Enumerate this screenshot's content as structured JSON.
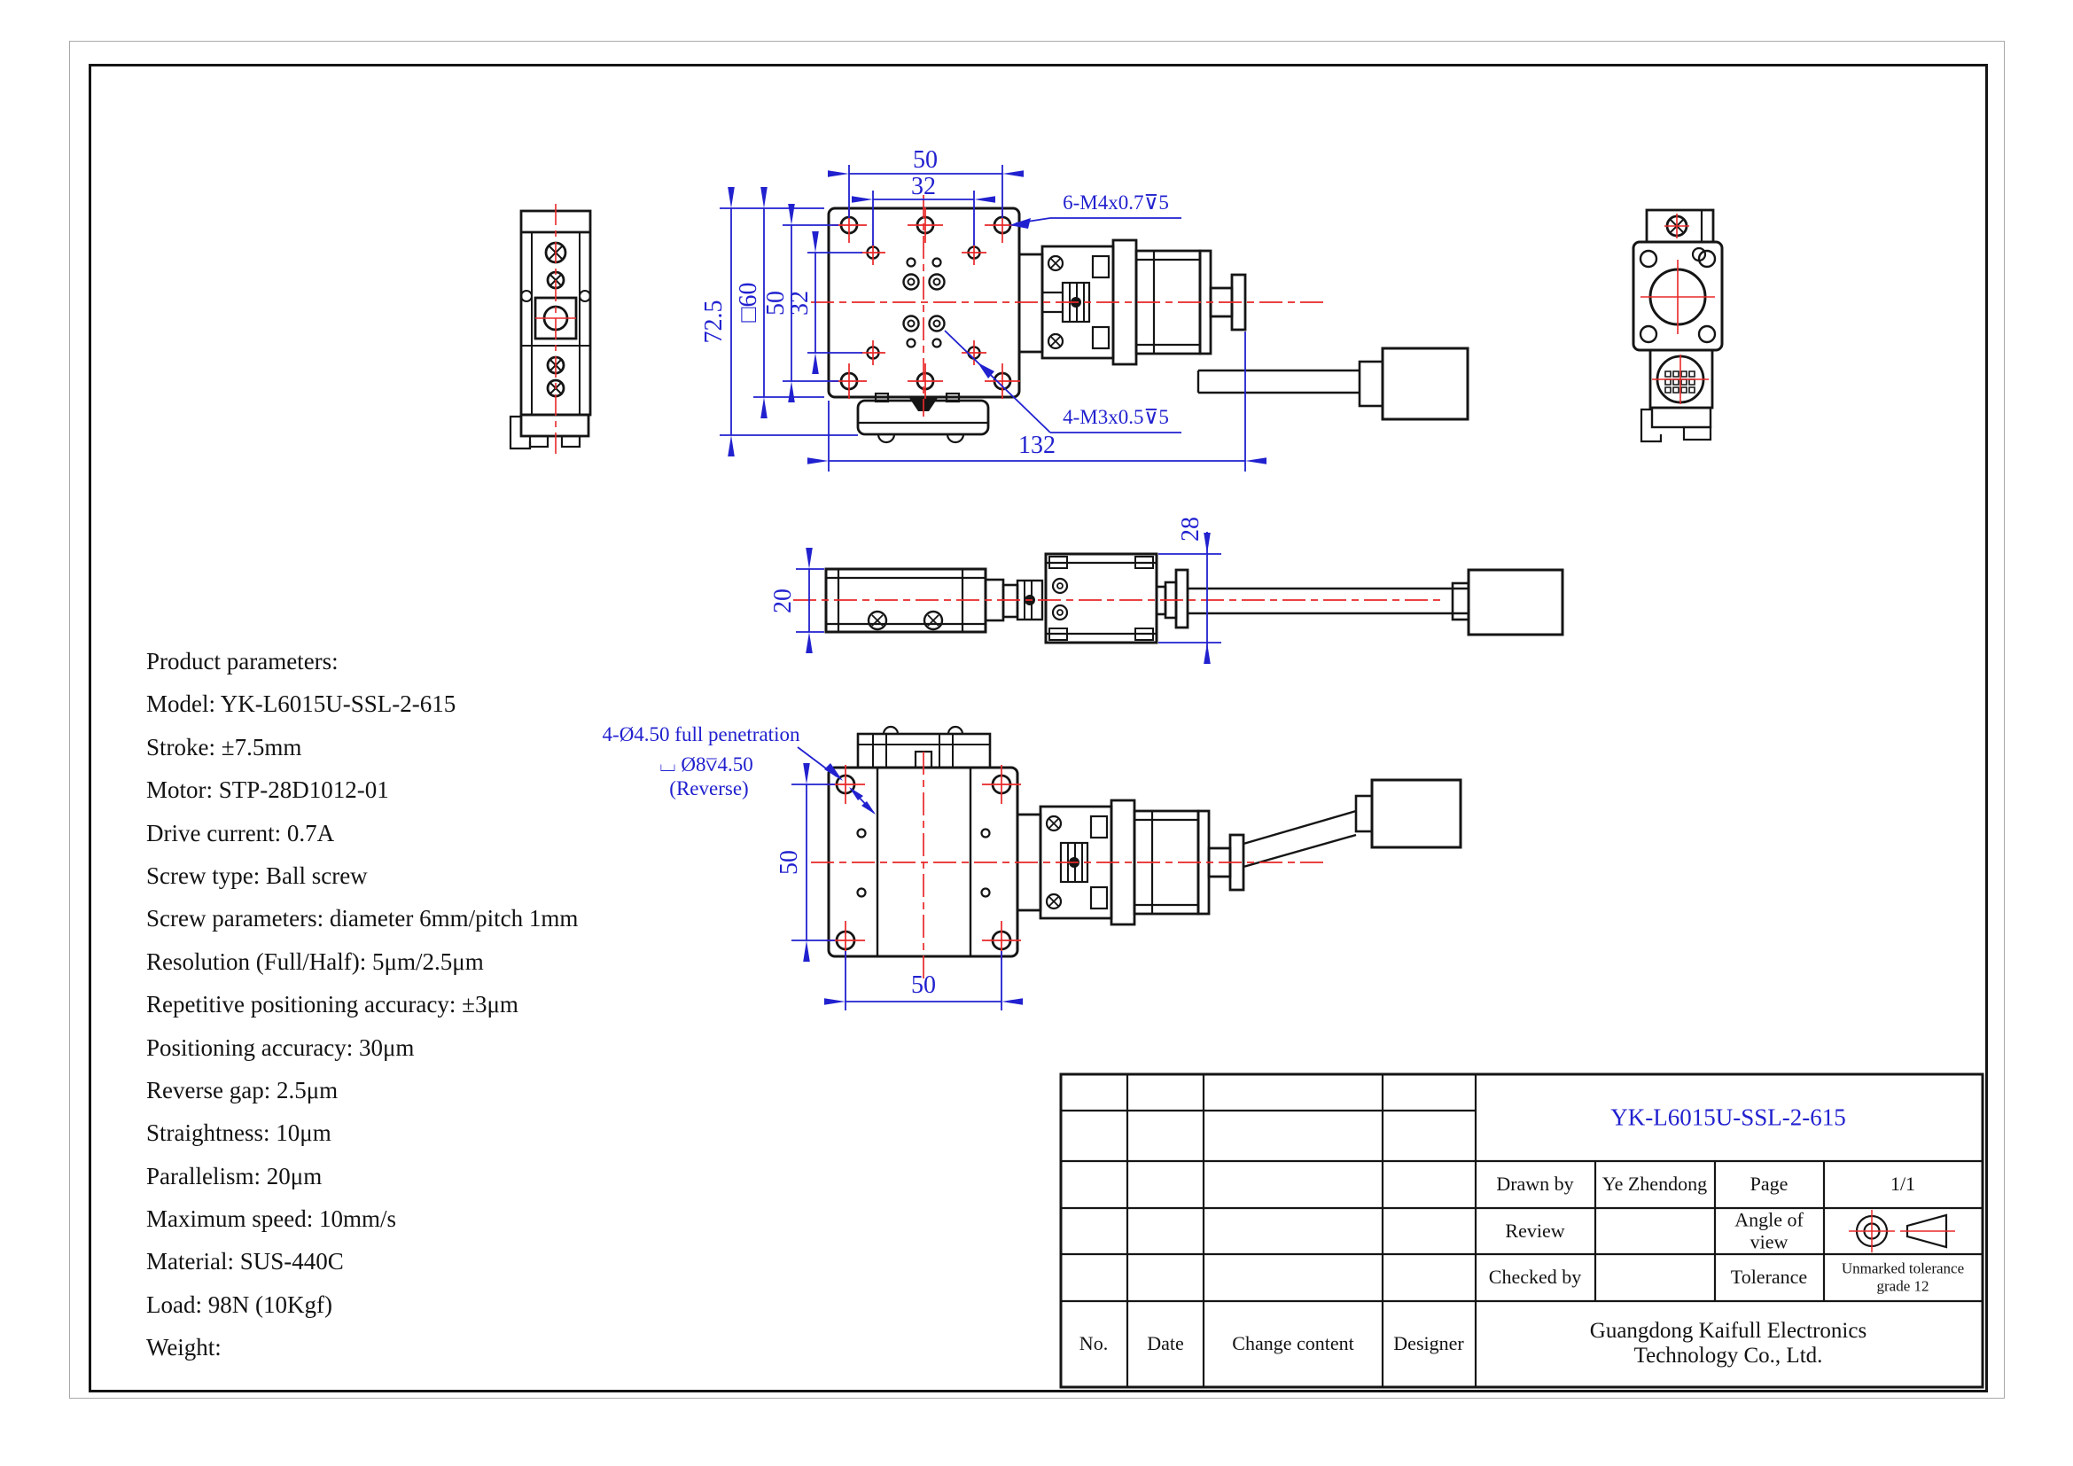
{
  "drawing": {
    "dimensions": {
      "top_width": "50",
      "top_inner": "32",
      "overall_height": "72.5",
      "plate_square": "□60",
      "vert_holes": "50",
      "vert_inner": "32",
      "overall_length": "132",
      "stage_height": "20",
      "motor_height": "28",
      "base_holes_v": "50",
      "base_holes_h": "50"
    },
    "callouts": {
      "m4": "6-M4x0.7⊽5",
      "m3": "4-M3x0.5⊽5",
      "through": "4-Ø4.50 full penetration",
      "counterbore": "⌴ Ø8⊽4.50",
      "reverse": "(Reverse)"
    },
    "parameters": {
      "lines": [
        "Product parameters:",
        "Model: YK-L6015U-SSL-2-615",
        "Stroke: ±7.5mm",
        "Motor: STP-28D1012-01",
        "Drive current: 0.7A",
        "Screw type: Ball screw",
        "Screw parameters: diameter 6mm/pitch 1mm",
        "Resolution (Full/Half): 5μm/2.5μm",
        "Repetitive positioning accuracy: ±3μm",
        "Positioning accuracy: 30μm",
        "Reverse gap: 2.5μm",
        "Straightness: 10μm",
        "Parallelism: 20μm",
        "Maximum speed: 10mm/s",
        "Material: SUS-440C",
        "Load: 98N (10Kgf)",
        "Weight:"
      ]
    },
    "title_block": {
      "title": "YK-L6015U-SSL-2-615",
      "drawn_by_label": "Drawn by",
      "drawn_by": "Ye Zhendong",
      "page_label": "Page",
      "page": "1/1",
      "review_label": "Review",
      "angle_label": "Angle of view",
      "checked_label": "Checked by",
      "tolerance_label": "Tolerance",
      "tolerance_note": "Unmarked tolerance grade 12",
      "no_label": "No.",
      "date_label": "Date",
      "change_label": "Change content",
      "designer_label": "Designer",
      "company": "Guangdong Kaifull Electronics Technology Co., Ltd."
    }
  },
  "colors": {
    "dimension_blue": "#2121cf",
    "centerline_red": "#e82828",
    "line_black": "#151515"
  }
}
